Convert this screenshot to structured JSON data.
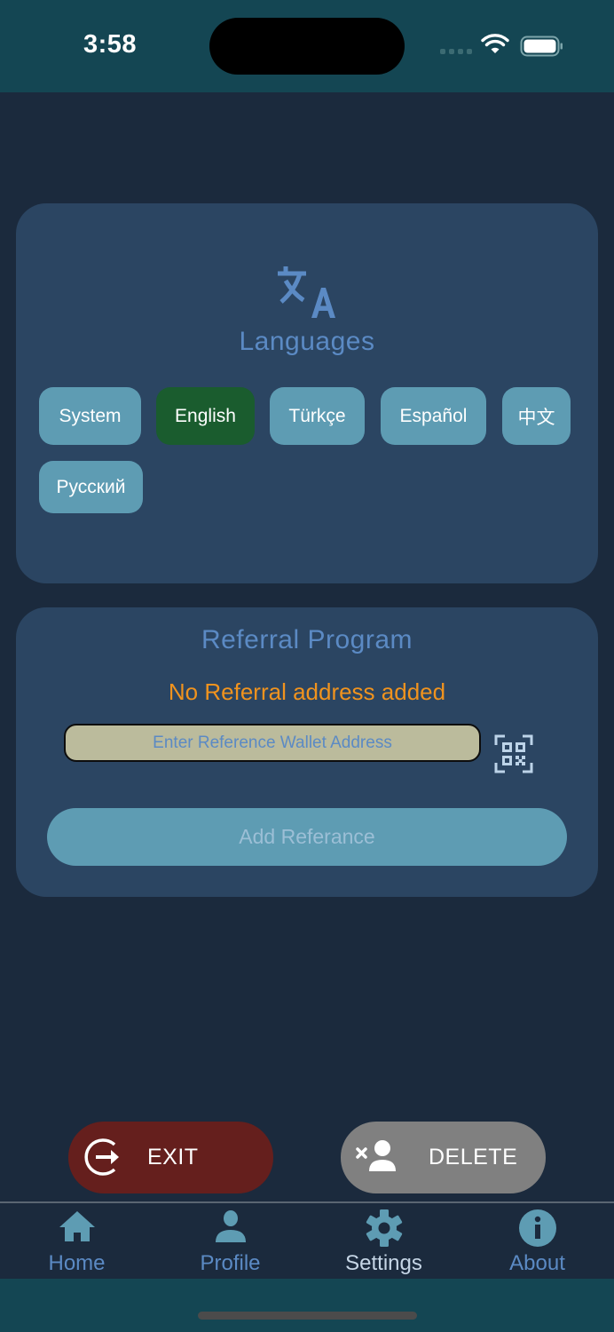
{
  "status_bar": {
    "time": "3:58"
  },
  "languages": {
    "title": "Languages",
    "icon": "translate-icon",
    "options": [
      {
        "label": "System",
        "selected": false
      },
      {
        "label": "English",
        "selected": true
      },
      {
        "label": "Türkçe",
        "selected": false
      },
      {
        "label": "Español",
        "selected": false
      },
      {
        "label": "中文",
        "selected": false
      },
      {
        "label": "Русский",
        "selected": false
      }
    ]
  },
  "referral": {
    "title": "Referral Program",
    "status": "No Referral address added",
    "input_value": "",
    "input_placeholder": "Enter Reference Wallet Address",
    "qr_icon": "qr-scan-icon",
    "add_button": "Add Referance"
  },
  "actions": {
    "exit_label": "EXIT",
    "delete_label": "DELETE"
  },
  "tabbar": {
    "items": [
      {
        "label": "Home",
        "icon": "home-icon",
        "active": false
      },
      {
        "label": "Profile",
        "icon": "person-icon",
        "active": false
      },
      {
        "label": "Settings",
        "icon": "gear-icon",
        "active": true
      },
      {
        "label": "About",
        "icon": "info-icon",
        "active": false
      }
    ]
  },
  "colors": {
    "background": "#1b2a3d",
    "card": "#2b4562",
    "status_bar": "#144653",
    "accent_blue": "#5b8ac4",
    "chip": "#5e9cb3",
    "chip_selected": "#1a5c2e",
    "warning_orange": "#f0931e",
    "exit_red": "#651f1d",
    "delete_gray": "#808080"
  }
}
